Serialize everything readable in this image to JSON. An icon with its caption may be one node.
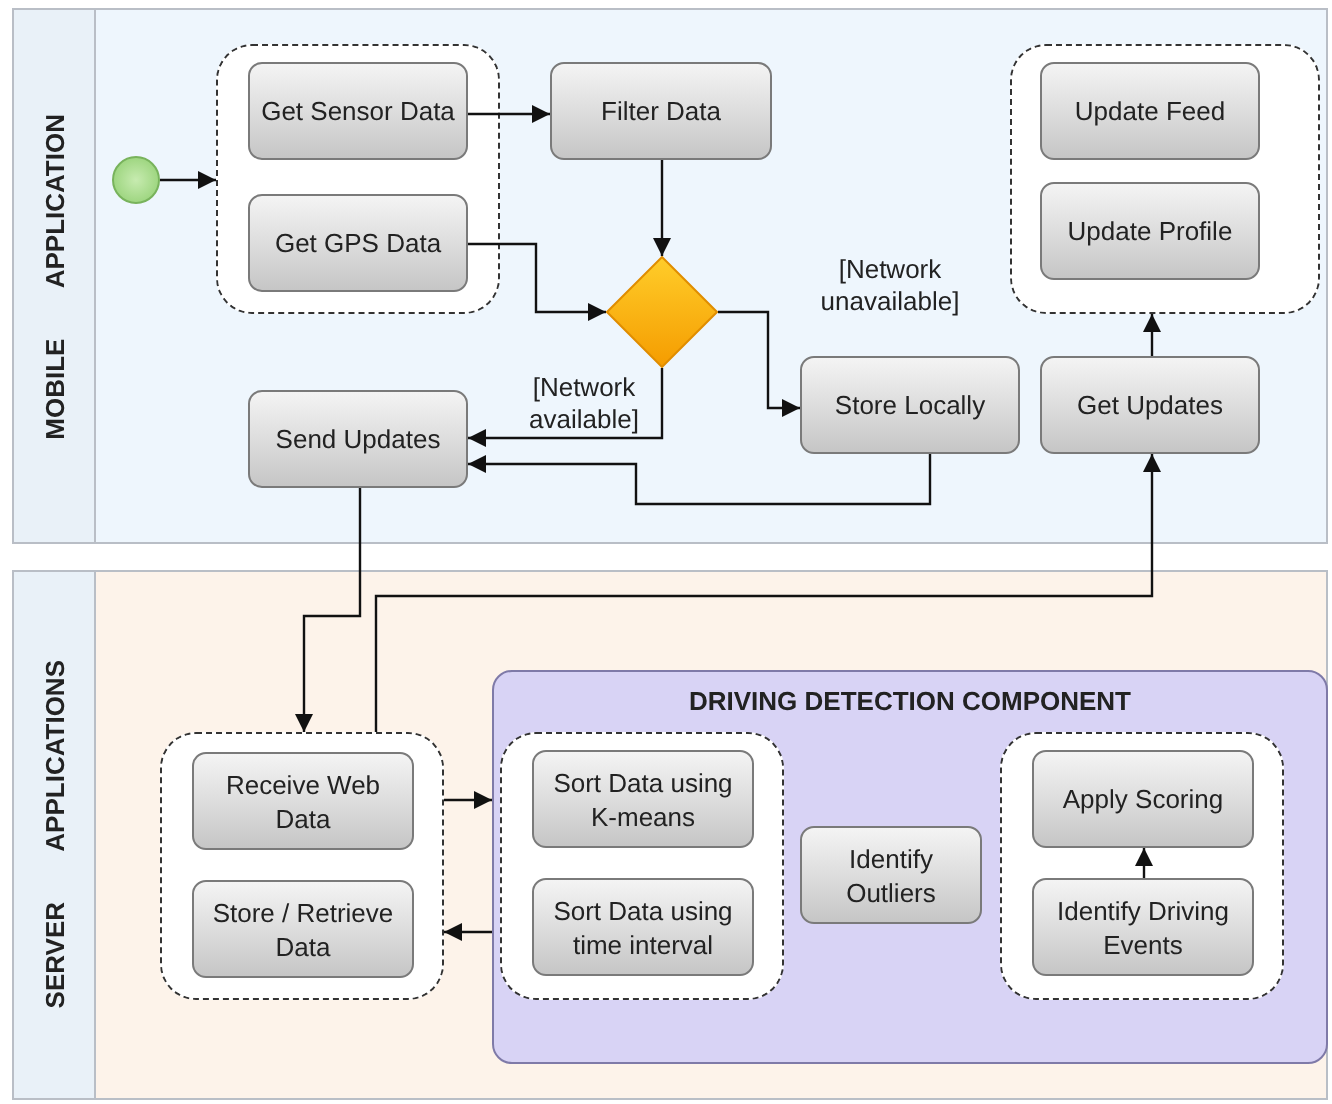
{
  "diagram": {
    "nodes": [
      {
        "text": [
          "MOBILE APPLICATION"
        ]
      },
      {
        "text": [],
        "shape": "circle",
        "in": 0
      },
      {
        "text": [],
        "shape": "box",
        "in": 0
      },
      {
        "text": [
          "Get Sensor Data"
        ],
        "in": 2
      },
      {
        "text": [
          "Get GPS Data"
        ],
        "in": 2
      },
      {
        "text": [
          "Filter Data"
        ],
        "in": 0
      },
      {
        "text": [],
        "shape": "diamond",
        "in": 0
      },
      {
        "text": [
          "Send Updates"
        ],
        "in": 0
      },
      {
        "text": [
          "Store Locally"
        ],
        "in": 0
      },
      {
        "text": [],
        "shape": "box",
        "in": 0
      },
      {
        "text": [
          "Update Feed"
        ],
        "in": 9
      },
      {
        "text": [
          "Update Profile"
        ],
        "in": 9
      },
      {
        "text": [
          "Get Updates"
        ],
        "in": 0
      },
      {
        "text": [
          "SERVER APPLICATIONS"
        ]
      },
      {
        "text": [],
        "shape": "box",
        "in": 13
      },
      {
        "text": [
          "Receive Web Data"
        ],
        "in": 14
      },
      {
        "text": [
          "Store / Retrieve Data"
        ],
        "in": 14
      },
      {
        "text": [
          "DRIVING DETECTION COMPONENT"
        ],
        "in": 13
      },
      {
        "text": [],
        "shape": "box",
        "in": 17
      },
      {
        "text": [
          "Sort Data using K-means"
        ],
        "in": 18
      },
      {
        "text": [
          "Sort Data using time interval"
        ],
        "in": 18
      },
      {
        "text": [
          "Identify Outliers"
        ],
        "in": 17
      },
      {
        "text": [],
        "shape": "box",
        "in": 17
      },
      {
        "text": [
          "Apply Scoring"
        ],
        "in": 22
      },
      {
        "text": [
          "Identify Driving Events"
        ],
        "in": 22
      }
    ],
    "edges": [
      {
        "from": 1,
        "to": 2,
        "arrow": "to"
      },
      {
        "from": 3,
        "to": 5,
        "arrow": "to"
      },
      {
        "from": 5,
        "to": 6,
        "arrow": "to"
      },
      {
        "from": 4,
        "to": 6,
        "arrow": "to"
      },
      {
        "from": 6,
        "to": 7,
        "arrow": "to",
        "label": "[Network available]"
      },
      {
        "from": 6,
        "to": 8,
        "arrow": "to",
        "label": "[Network unavailable]"
      },
      {
        "from": 8,
        "to": 7,
        "arrow": "to"
      },
      {
        "from": 12,
        "to": 9,
        "arrow": "to"
      },
      {
        "from": 7,
        "to": 14,
        "arrow": "to"
      },
      {
        "from": 14,
        "to": 12,
        "arrow": "to"
      },
      {
        "from": 14,
        "to": 17,
        "arrow": "to"
      },
      {
        "from": 17,
        "to": 14,
        "arrow": "to"
      },
      {
        "from": 24,
        "to": 23,
        "arrow": "to"
      }
    ]
  }
}
